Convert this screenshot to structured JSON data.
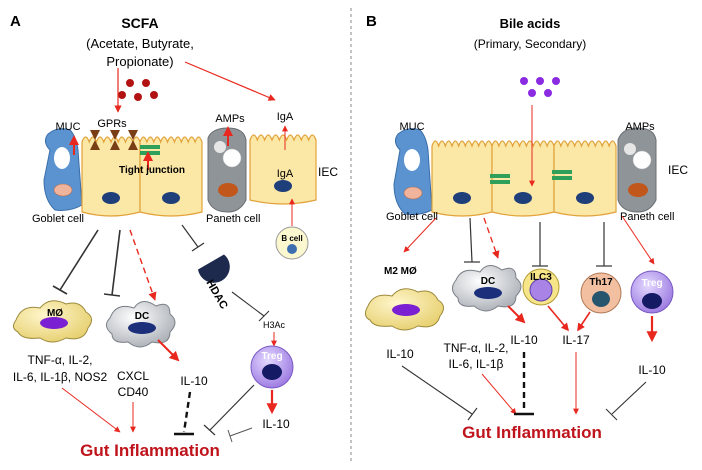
{
  "panel_a": {
    "letter": "A",
    "title": "SCFA",
    "subtitle_line1": "(Acetate, Butyrate,",
    "subtitle_line2": "Propionate)",
    "labels": {
      "muc": "MUC",
      "gprs": "GPRs",
      "amps": "AMPs",
      "iga_top": "IgA",
      "iga_cell": "IgA",
      "iec": "IEC",
      "tight_junction": "Tight junction",
      "goblet": "Goblet cell",
      "paneth": "Paneth cell",
      "b_cell": "B cell",
      "hdac": "HDAC",
      "h3ac": "H3Ac",
      "macrophage": "MØ",
      "dc": "DC",
      "treg": "Treg",
      "mac_cytokines_1": "TNF-α, IL-2,",
      "mac_cytokines_2": "IL-6, IL-1β, NOS2",
      "dc_markers_1": "CXCL",
      "dc_markers_2": "CD40",
      "il10_dc": "IL-10",
      "il10_treg": "IL-10",
      "outcome": "Gut Inflammation"
    }
  },
  "panel_b": {
    "letter": "B",
    "title": "Bile acids",
    "subtitle": "(Primary, Secondary)",
    "labels": {
      "muc": "MUC",
      "amps": "AMPs",
      "iec": "IEC",
      "goblet": "Goblet cell",
      "paneth": "Paneth cell",
      "m2": "M2 MØ",
      "dc": "DC",
      "ilc3": "ILC3",
      "th17": "Th17",
      "treg": "Treg",
      "il10_m2": "IL-10",
      "dc_cytokines_1": "TNF-α, IL-2,",
      "dc_cytokines_2": "IL-6, IL-1β",
      "il10_ilc3": "IL-10",
      "il17": "IL-17",
      "il10_treg": "IL-10",
      "outcome": "Gut Inflammation"
    }
  },
  "colors": {
    "promote": "#e8281e",
    "inhibit": "#333333",
    "outcome_text": "#c0141c",
    "epithelium": "#fbe7a6",
    "epithelium_edge": "#e1a23a",
    "goblet": "#5b93d1",
    "paneth": "#8f9499",
    "junction": "#2fa05a",
    "scfa_dot": "#b31212",
    "bile_dot": "#8a2be2",
    "treg": "#a889e8",
    "nucleus": "#1f3f7a"
  }
}
